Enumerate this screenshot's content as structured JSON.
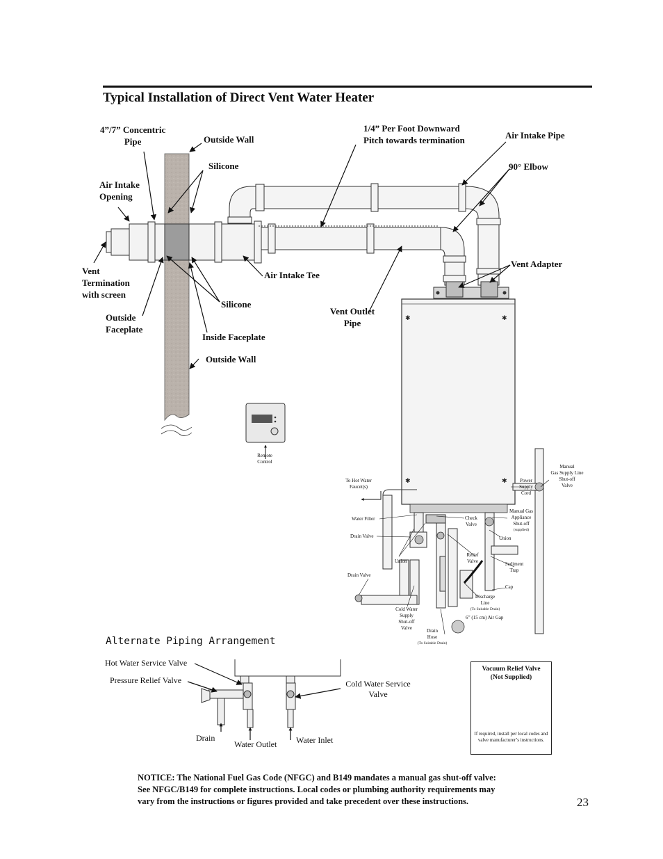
{
  "title": "Typical Installation of Direct Vent Water Heater",
  "labels": {
    "concentric_pipe": [
      "4”/7” Concentric",
      "Pipe"
    ],
    "outside_wall_top": "Outside Wall",
    "silicone_top": "Silicone",
    "air_intake_opening": [
      "Air Intake",
      "Opening"
    ],
    "vent_termination": [
      "Vent",
      "Termination",
      "with screen"
    ],
    "outside_faceplate": [
      "Outside",
      "Faceplate"
    ],
    "air_intake_tee": "Air Intake Tee",
    "silicone_bottom": "Silicone",
    "inside_faceplate": "Inside Faceplate",
    "outside_wall_bottom": "Outside Wall",
    "downward_pitch": [
      "1/4” Per Foot Downward",
      "Pitch towards termination"
    ],
    "air_intake_pipe": "Air Intake Pipe",
    "elbow_90": "90° Elbow",
    "vent_adapter": "Vent Adapter",
    "vent_outlet_pipe": [
      "Vent Outlet",
      "Pipe"
    ]
  },
  "small_labels": {
    "remote_control": [
      "Remote",
      "Control"
    ],
    "to_hot_water": [
      "To Hot Water",
      "Faucet(s)"
    ],
    "water_filter": "Water Filter",
    "drain_valve_upper": "Drain Valve",
    "union_left": "Union",
    "drain_valve_lower": "Drain Valve",
    "cold_water_supply": [
      "Cold Water",
      "Supply",
      "Shut-off",
      "Valve"
    ],
    "drain_hose": [
      "Drain",
      "Hose"
    ],
    "drain_hose_sub": "(To Suitable Drain)",
    "check_valve": [
      "Check",
      "Valve"
    ],
    "relief_valve": [
      "Relief",
      "Valve"
    ],
    "discharge_line": [
      "Discharge",
      "Line"
    ],
    "discharge_line_sub": "(To Suitable Drain)",
    "air_gap": "6” (15 cm) Air Gap",
    "power_supply": [
      "Power",
      "Supply",
      "Cord"
    ],
    "manual_gas_line": [
      "Manual",
      "Gas Supply Line",
      "Shut-off",
      "Valve"
    ],
    "manual_gas_appliance": [
      "Manual Gas",
      "Appliance",
      "Shut-off"
    ],
    "manual_gas_appliance_sub": "(supplied)",
    "union_right": "Union",
    "sediment_trap": [
      "Sediment",
      "Trap"
    ],
    "cap": "Cap"
  },
  "alternate": {
    "heading": "Alternate Piping Arrangement",
    "hot_water_service_valve": "Hot Water Service Valve",
    "pressure_relief_valve": "Pressure Relief Valve",
    "cold_water_service_valve": [
      "Cold Water Service",
      "Valve"
    ],
    "drain": "Drain",
    "water_outlet": "Water Outlet",
    "water_inlet": "Water Inlet"
  },
  "vacuum": {
    "title": [
      "Vacuum Relief Valve",
      "(Not Supplied)"
    ],
    "note": "If required, install per local codes and valve manufacturer’s instructions."
  },
  "notice": [
    "NOTICE: The National Fuel Gas Code (NFGC) and B149 mandates a manual gas shut-off valve:",
    "See NFGC/B149 for complete instructions.  Local codes or plumbing authority requirements may",
    "vary from the instructions or figures provided and take precedent over these instructions."
  ],
  "page_number": "23",
  "colors": {
    "wall": "#b9b1aa",
    "pipe": "#f2f2f2",
    "ink": "#111111",
    "heater": "#f4f4f4"
  }
}
